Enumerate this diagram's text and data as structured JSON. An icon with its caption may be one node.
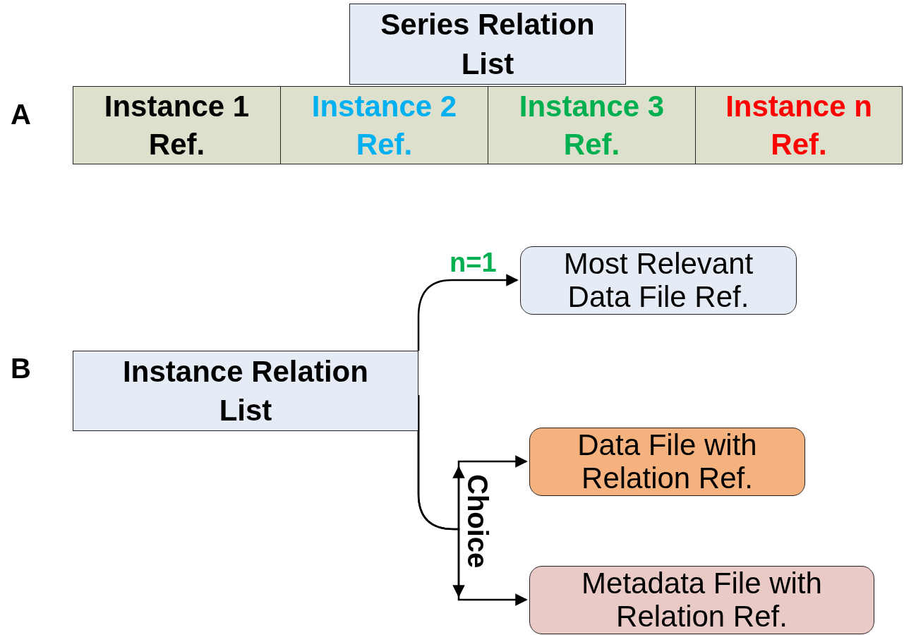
{
  "diagram": {
    "nodes": [
      {
        "text": [
          "Series Relation List"
        ]
      },
      {
        "text": [
          "Instance 1 Ref."
        ]
      },
      {
        "text": [
          "Instance 2 Ref."
        ]
      },
      {
        "text": [
          "Instance 3 Ref."
        ]
      },
      {
        "text": [
          "Instance n Ref."
        ]
      },
      {
        "text": [
          "Instance Relation List"
        ]
      },
      {
        "text": [
          "Most Relevant Data File Ref."
        ]
      },
      {
        "text": [
          "Data File with Relation Ref."
        ]
      },
      {
        "text": [
          "Metadata File with Relation Ref."
        ]
      }
    ],
    "edges": [
      {
        "from": 5,
        "to": 6,
        "arrow": "to",
        "label": "n=1"
      },
      {
        "from": 5,
        "to": 7,
        "arrow": "to"
      },
      {
        "from": 5,
        "to": 8,
        "arrow": "to"
      }
    ],
    "labels": [
      "A",
      "B",
      "Choice"
    ]
  }
}
